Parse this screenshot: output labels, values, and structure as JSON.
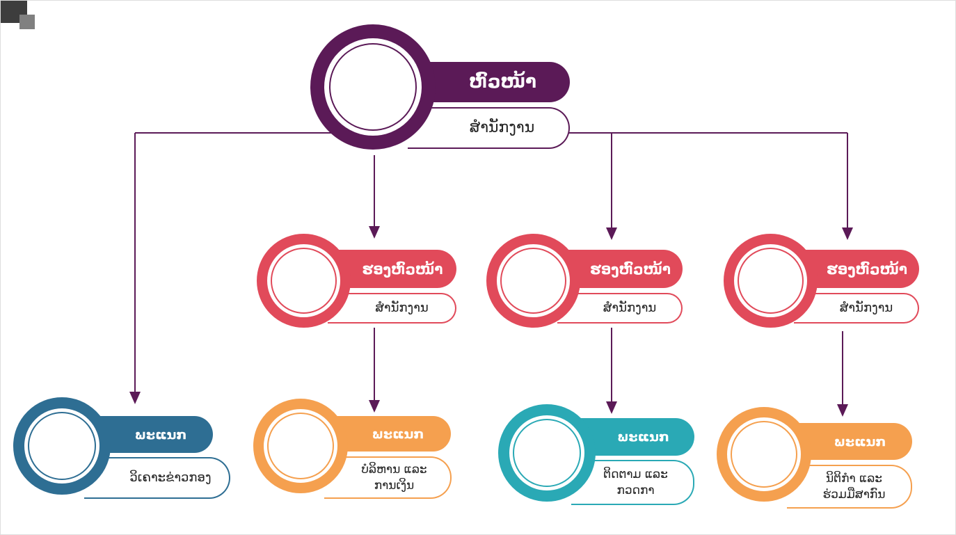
{
  "colors": {
    "head": "#5b1a57",
    "deputy": "#e14a5a",
    "blue": "#2e6e93",
    "orange": "#f5a04f",
    "teal": "#2aa9b5",
    "line": "#5b1a57"
  },
  "head": {
    "title": "ຫົວໜ້າ",
    "subtitle": "ສຳນັກງານ"
  },
  "deputies": [
    {
      "title": "ຮອງຫົວໜ້າ",
      "subtitle": "ສຳນັກງານ"
    },
    {
      "title": "ຮອງຫົວໜ້າ",
      "subtitle": "ສຳນັກງານ"
    },
    {
      "title": "ຮອງຫົວໜ້າ",
      "subtitle": "ສຳນັກງານ"
    }
  ],
  "departments": [
    {
      "title": "ພະແນກ",
      "name": "ວິເຄາະຂ່າວກອງ"
    },
    {
      "title": "ພະແນກ",
      "name": "ບໍລິຫານ ແລະ ການເງິນ"
    },
    {
      "title": "ພະແນກ",
      "name": "ຕິດຕາມ ແລະ ກວດກາ"
    },
    {
      "title": "ພະແນກ",
      "name": "ນິຕິກຳ ແລະ ຮ່ວມມືສາກົນ"
    }
  ]
}
